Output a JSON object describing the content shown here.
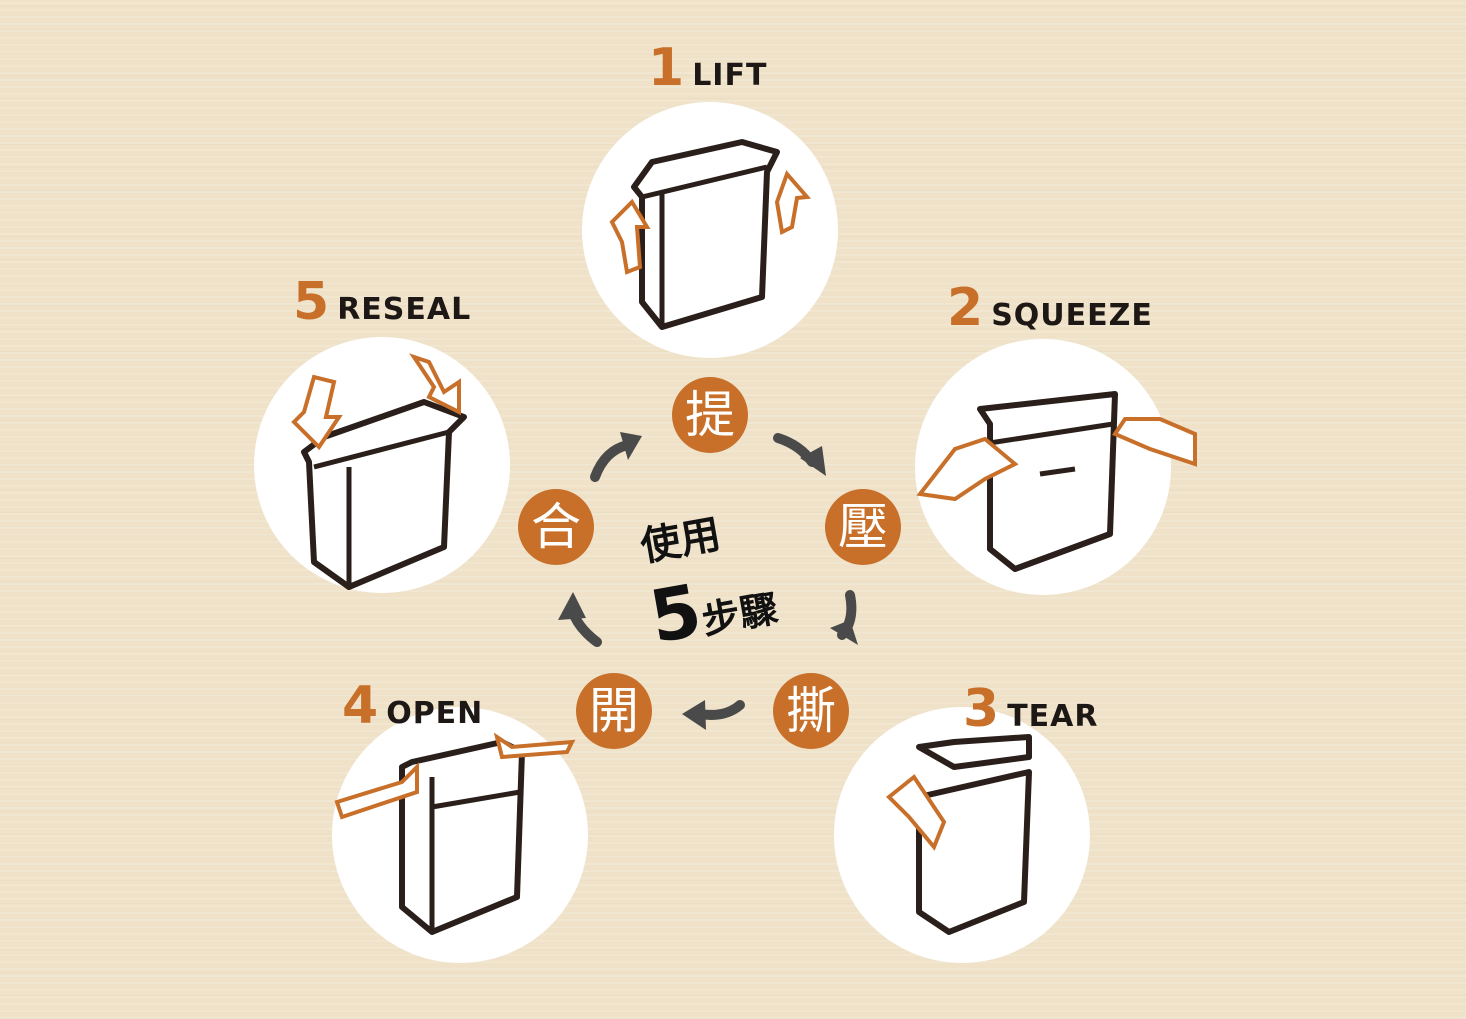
{
  "colors": {
    "accent": "#c8702a",
    "text": "#1d1815",
    "arrow": "#4a4a4a",
    "background": "#efe2c9"
  },
  "steps": [
    {
      "number": "1",
      "label": "LIFT",
      "char": "提"
    },
    {
      "number": "2",
      "label": "SQUEEZE",
      "char": "壓"
    },
    {
      "number": "3",
      "label": "TEAR",
      "char": "撕"
    },
    {
      "number": "4",
      "label": "OPEN",
      "char": "開"
    },
    {
      "number": "5",
      "label": "RESEAL",
      "char": "合"
    }
  ],
  "center": {
    "line1": "使用",
    "number": "5",
    "line2": "步驟"
  }
}
